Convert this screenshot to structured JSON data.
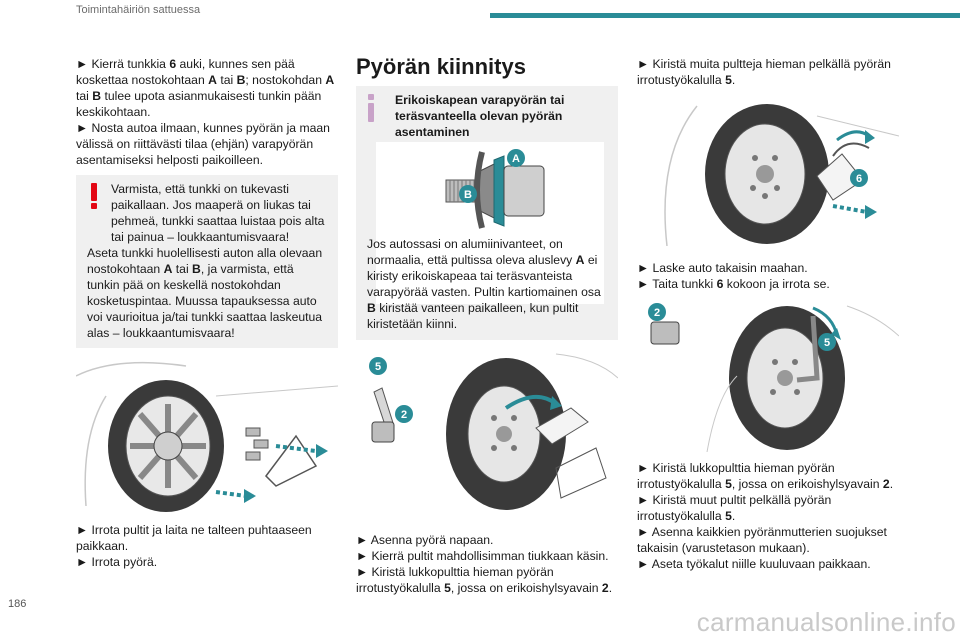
{
  "header": {
    "title": "Toimintahäiriön sattuessa"
  },
  "page_number": "186",
  "watermark": "carmanualsonline.info",
  "col1": {
    "steps": [
      {
        "prefix": "► ",
        "parts": [
          "Kierrä tunkkia ",
          "6",
          " auki, kunnes sen pää koskettaa nostokohtaan ",
          "A",
          " tai ",
          "B",
          "; nostokohdan ",
          "A",
          " tai ",
          "B",
          " tulee upota asianmukaisesti tunkin pään keskikohtaan."
        ]
      },
      {
        "prefix": "► ",
        "text": "Nosta autoa ilmaan, kunnes pyörän ja maan välissä on riittävästi tilaa (ehjän) varapyörän asentamiseksi helposti paikoilleen."
      }
    ],
    "warning": {
      "line1": "Varmista, että tunkki on tukevasti paikallaan. Jos maaperä on liukas tai pehmeä, tunkki saattaa luistaa pois alta tai painua – loukkaantumisvaara!",
      "line2_parts": [
        "Aseta tunkki huolellisesti auton alla olevaan nostokohtaan ",
        "A",
        " tai ",
        "B",
        ", ja varmista, että tunkin pää on keskellä nostokohdan kosketuspintaa. Muussa tapauksessa auto voi vaurioitua ja/tai tunkki saattaa laskeutua alas – loukkaantumisvaara!"
      ]
    },
    "bottom_steps": [
      "Irrota pultit ja laita ne talteen puhtaaseen paikkaan.",
      "Irrota pyörä."
    ]
  },
  "col2": {
    "section_title": "Pyörän kiinnitys",
    "info": {
      "title": "Erikoiskapean varapyörän tai teräsvanteella olevan pyörän asentaminen",
      "text_parts": [
        "Jos autossasi on alumiinivanteet, on normaalia, että pultissa oleva aluslevy ",
        "A",
        " ei kiristy erikoiskapeaa tai teräsvanteista varapyörää vasten. Pultin kartiomainen osa ",
        "B",
        " kiristää vanteen paikalleen, kun pultit kiristetään kiinni."
      ],
      "labels": [
        "A",
        "B"
      ]
    },
    "illus_labels": [
      "5",
      "2"
    ],
    "steps": [
      "Asenna pyörä napaan.",
      "Kierrä pultit mahdollisimman tiukkaan käsin."
    ],
    "step3_parts": [
      "Kiristä lukkopulttia hieman pyörän irrotustyökalulla ",
      "5",
      ", jossa on erikoishylsyavain ",
      "2",
      "."
    ]
  },
  "col3": {
    "step1_parts": [
      "Kiristä muita pultteja hieman pelkällä pyörän irrotustyökalulla ",
      "5",
      "."
    ],
    "illus1_label": "6",
    "mid_steps": [
      {
        "text": "Laske auto takaisin maahan."
      },
      {
        "parts": [
          "Taita tunkki ",
          "6",
          " kokoon ja irrota se."
        ]
      }
    ],
    "illus2_labels": [
      "2",
      "5"
    ],
    "final_steps": [
      {
        "parts": [
          "Kiristä lukkopulttia hieman pyörän irrotustyökalulla ",
          "5",
          ", jossa on erikoishylsyavain ",
          "2",
          "."
        ]
      },
      {
        "parts": [
          "Kiristä muut pultit pelkällä pyörän irrotustyökalulla ",
          "5",
          "."
        ]
      },
      {
        "text": "Asenna kaikkien pyöränmutterien suojukset takaisin (varustetason mukaan)."
      },
      {
        "text": "Aseta työkalut niille kuuluvaan paikkaan."
      }
    ]
  },
  "colors": {
    "accent": "#2a8c97",
    "warning": "#e30613",
    "info": "#c8a2c8",
    "badge": "#2a8c97",
    "box_bg": "#f0f0f0"
  },
  "icons": [
    "warning-icon",
    "info-icon",
    "arrow-bullet-icon"
  ]
}
